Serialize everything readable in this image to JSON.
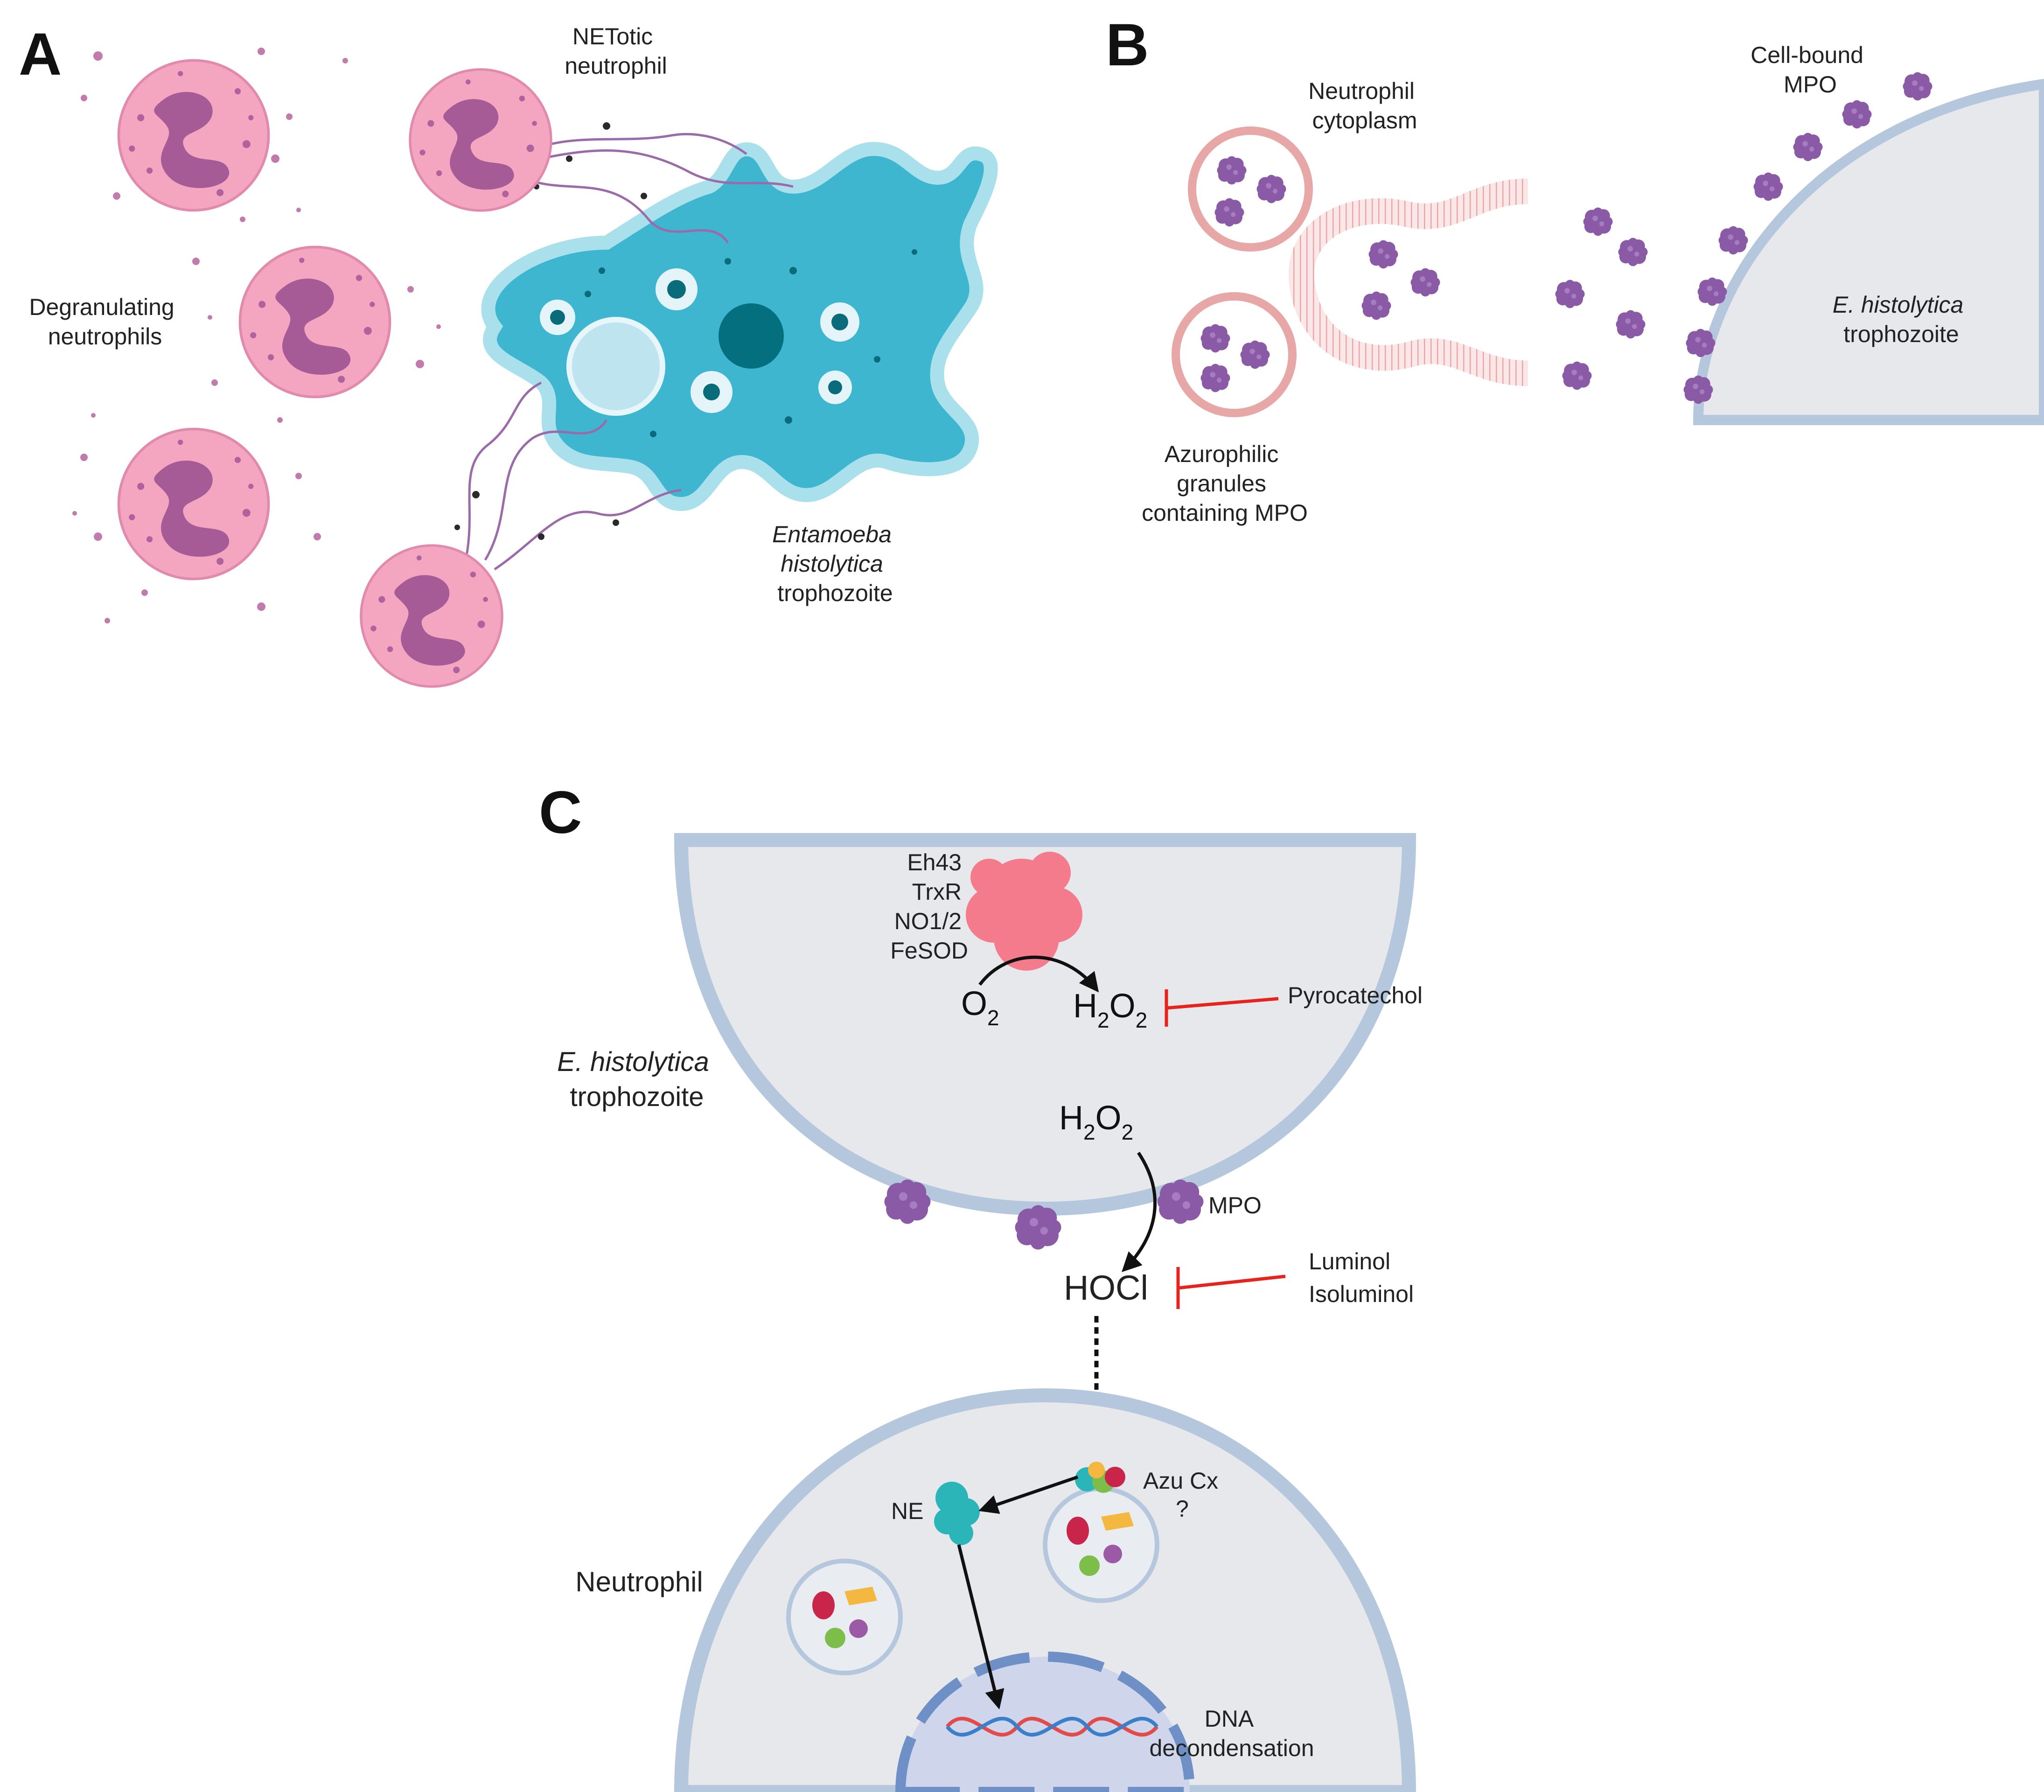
{
  "panels": {
    "a": {
      "letter": "A",
      "degranulating": [
        "Degranulating",
        "neutrophils"
      ],
      "netotic": [
        "NETotic",
        "neutrophil"
      ],
      "trophozoite": [
        "Entamoeba",
        "histolytica",
        "trophozoite"
      ]
    },
    "b": {
      "letter": "B",
      "cytoplasm": [
        "Neutrophil",
        "cytoplasm"
      ],
      "cell_bound": [
        "Cell-bound",
        "MPO"
      ],
      "granules": [
        "Azurophilic",
        "granules",
        "containing MPO"
      ],
      "trophozoite": [
        "E. histolytica",
        "trophozoite"
      ]
    },
    "c": {
      "letter": "C",
      "enzymes": [
        "Eh43",
        "TrxR",
        "NO1/2",
        "FeSOD"
      ],
      "o2": "O",
      "o2_sub": "2",
      "h2o2_a": "H",
      "h2o2_b": "O",
      "h2o2_sub": "2",
      "pyrocatechol": "Pyrocatechol",
      "trophozoite": [
        "E. histolytica",
        "trophozoite"
      ],
      "mpo": "MPO",
      "hocl": "HOCl",
      "luminol": "Luminol",
      "isoluminol": "Isoluminol",
      "azu": [
        "Azu Cx",
        "?"
      ],
      "ne": "NE",
      "neutrophil": "Neutrophil",
      "dna": [
        "DNA",
        "decondensation"
      ]
    }
  },
  "colors": {
    "neutrophil_pink": "#f4a6c1",
    "nucleus_purple": "#a65a96",
    "amoeba_blue": "#3fb6cf",
    "mpo_purple": "#8a5aa6",
    "membrane_blue": "#b5c7dd",
    "cell_gray": "#e6e8ec",
    "inhibit_red": "#e8221d",
    "ne_teal": "#2bb5b8"
  }
}
